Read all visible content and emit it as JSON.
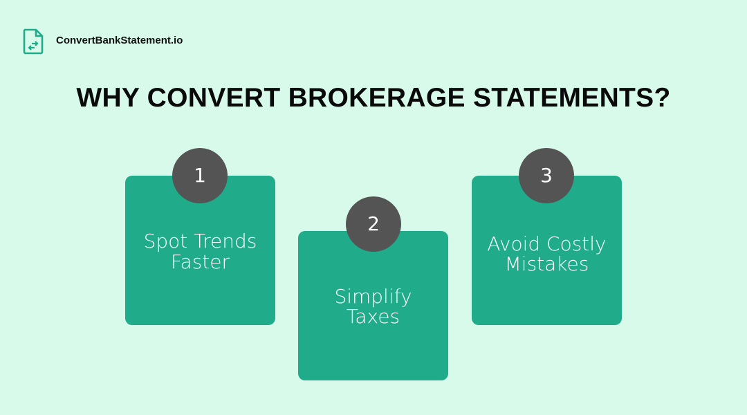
{
  "brand": {
    "name": "ConvertBankStatement.io",
    "icon": "document-exchange-icon"
  },
  "title": "WHY CONVERT BROKERAGE STATEMENTS?",
  "colors": {
    "background": "#d8faea",
    "card": "#20ab8a",
    "circle": "#545454"
  },
  "steps": [
    {
      "number": "1",
      "line1": "Spot Trends",
      "line2": "Faster"
    },
    {
      "number": "2",
      "line1": "Simplify",
      "line2": "Taxes"
    },
    {
      "number": "3",
      "line1": "Avoid Costly",
      "line2": "Mistakes"
    }
  ]
}
